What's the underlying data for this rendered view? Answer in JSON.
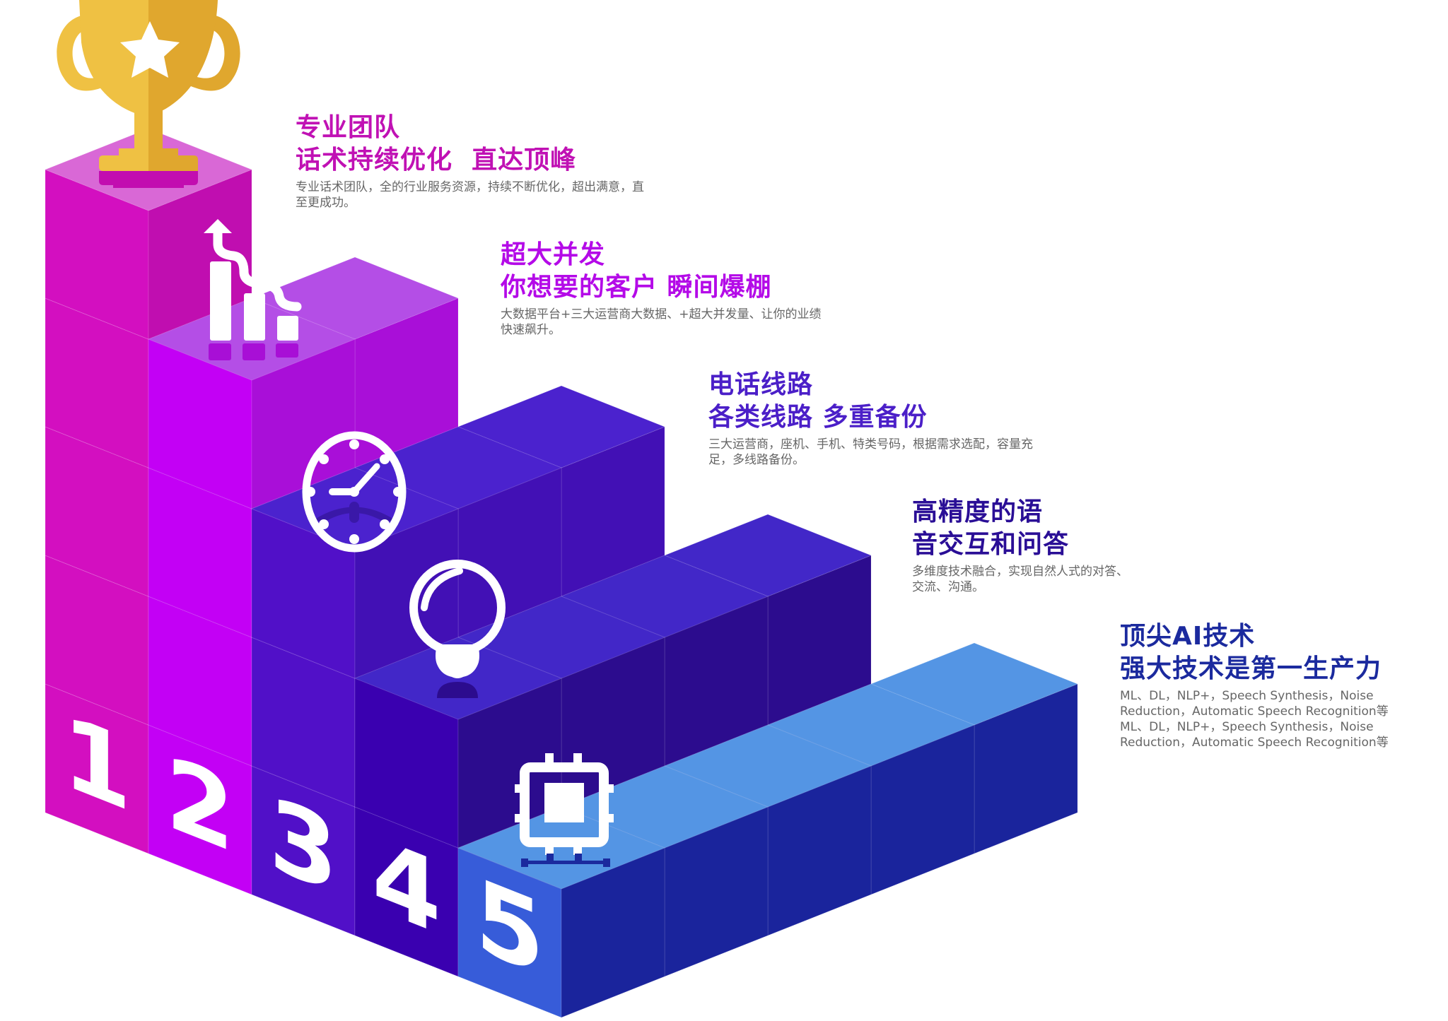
{
  "steps": [
    {
      "number": "1",
      "icon": "trophy-icon",
      "title_line1": "专业团队",
      "title_line2": "话术持续优化  直达顶峰",
      "description": "专业话术团队，全的行业服务资源，持续不断优化，超出满意，直至更成功。",
      "title_color": "#C011B4",
      "colors": {
        "left": "#D30FC0",
        "right": "#C00EB0",
        "top": "#D968D6"
      }
    },
    {
      "number": "2",
      "icon": "growth-chart-icon",
      "title_line1": "超大并发",
      "title_line2": "你想要的客户 瞬间爆棚",
      "description": "大数据平台+三大运营商大数据、+超大并发量、让你的业绩快速飙升。",
      "title_color": "#B40AE8",
      "colors": {
        "left": "#C300F5",
        "right": "#A90FD8",
        "top": "#B44EE6"
      }
    },
    {
      "number": "3",
      "icon": "clock-icon",
      "title_line1": "电话线路",
      "title_line2": "各类线路 多重备份",
      "description": "三大运营商，座机、手机、特类号码，根据需求选配，容量充足，多线路备份。",
      "title_color": "#4B1FC8",
      "colors": {
        "left": "#5110C8",
        "right": "#4210B5",
        "top": "#4B22CE"
      }
    },
    {
      "number": "4",
      "icon": "lightbulb-icon",
      "title_line1": "高精度的语",
      "title_line2": "音交互和问答",
      "description": "多维度技术融合，实现自然人式的对答、交流、沟通。",
      "title_color": "#2A0E96",
      "colors": {
        "left": "#3A00B0",
        "right": "#2C0C8E",
        "top": "#4227C8"
      }
    },
    {
      "number": "5",
      "icon": "chip-icon",
      "title_line1": "顶尖AI技术",
      "title_line2": "强大技术是第一生产力",
      "description": "ML、DL，NLP+，Speech Synthesis，Noise Reduction，Automatic Speech Recognition等ML、DL，NLP+，Speech Synthesis，Noise Reduction，Automatic Speech Recognition等",
      "title_color": "#1B2A9E",
      "colors": {
        "left": "#375CD9",
        "right": "#1A249C",
        "top": "#5495E4"
      }
    }
  ],
  "trophy": {
    "light": "#EFC143",
    "dark": "#E0A72E",
    "base": "#C20DB0"
  }
}
